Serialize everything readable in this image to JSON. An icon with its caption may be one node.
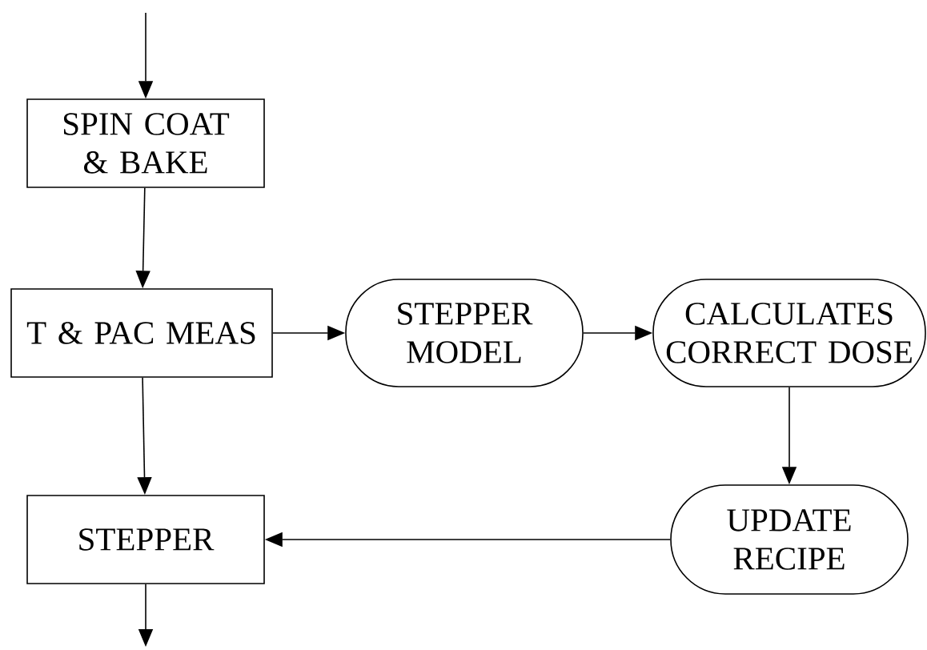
{
  "diagram": {
    "nodes": [
      {
        "text": [
          "SPIN COAT & BAKE"
        ]
      },
      {
        "text": [
          "T & PAC MEAS"
        ]
      },
      {
        "text": [
          "STEPPER MODEL"
        ]
      },
      {
        "text": [
          "CALCULATES CORRECT DOSE"
        ]
      },
      {
        "text": [
          "UPDATE RECIPE"
        ]
      },
      {
        "text": [
          "STEPPER"
        ]
      }
    ],
    "edges": [
      {
        "from": null,
        "to": 0,
        "arrow": "to"
      },
      {
        "from": 0,
        "to": 1,
        "arrow": "to"
      },
      {
        "from": 1,
        "to": 2,
        "arrow": "to"
      },
      {
        "from": 2,
        "to": 3,
        "arrow": "to"
      },
      {
        "from": 3,
        "to": 4,
        "arrow": "to"
      },
      {
        "from": 4,
        "to": 5,
        "arrow": "to"
      },
      {
        "from": 1,
        "to": 5,
        "arrow": "to"
      },
      {
        "from": 5,
        "to": null,
        "arrow": "to"
      }
    ]
  }
}
